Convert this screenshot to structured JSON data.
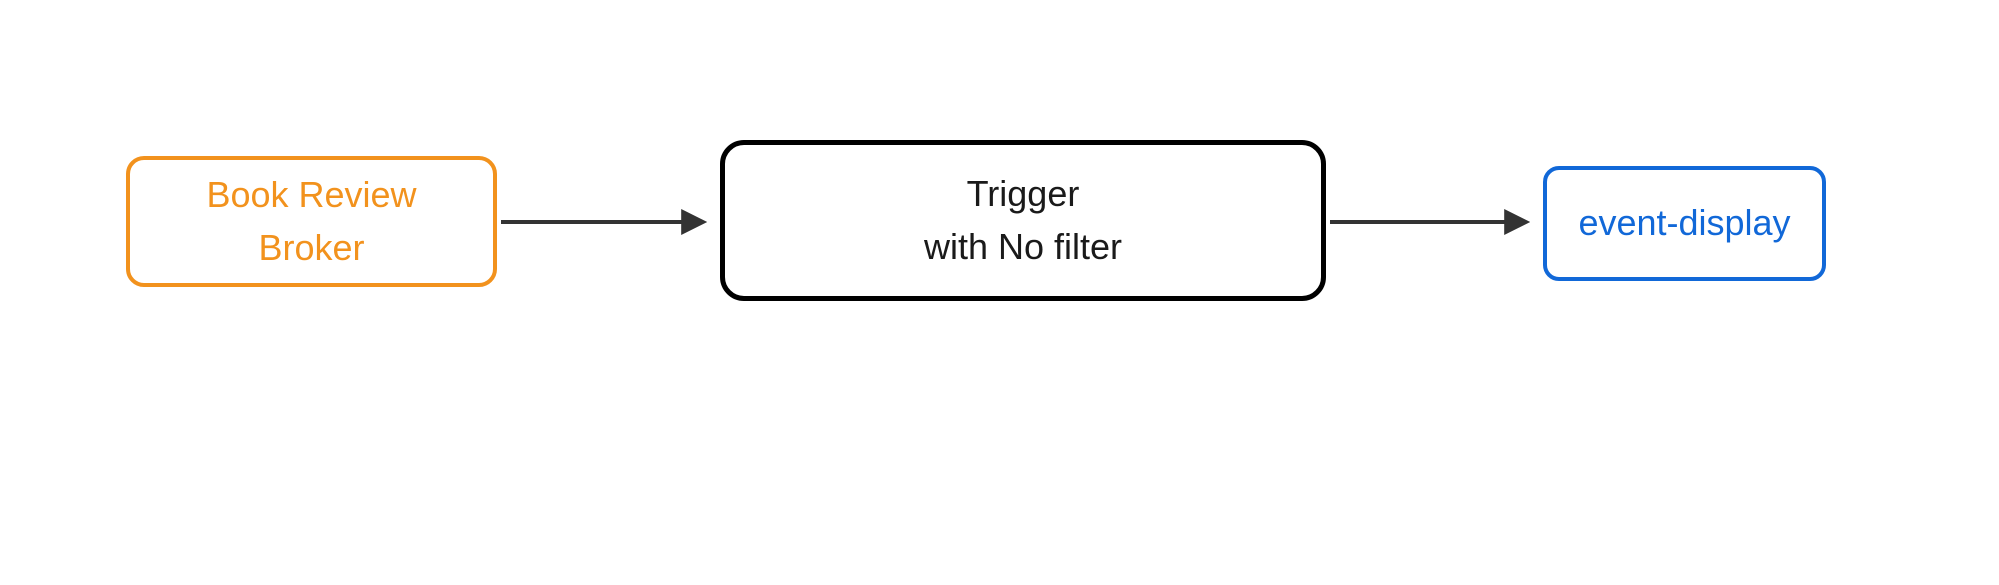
{
  "diagram": {
    "background_color": "#ffffff",
    "arrow_color": "#333333",
    "nodes": [
      {
        "id": "book-review-broker",
        "lines": [
          "Book Review",
          "Broker"
        ],
        "border_color": "#F2921D",
        "text_color": "#F2921D",
        "shape": "rounded-rectangle"
      },
      {
        "id": "trigger",
        "lines": [
          "Trigger",
          "with No filter"
        ],
        "border_color": "#000000",
        "text_color": "#1a1a1a",
        "shape": "rounded-rectangle"
      },
      {
        "id": "event-display",
        "lines": [
          "event-display"
        ],
        "border_color": "#1168D8",
        "text_color": "#1168D8",
        "shape": "rounded-rectangle"
      }
    ],
    "edges": [
      {
        "from": "book-review-broker",
        "to": "trigger"
      },
      {
        "from": "trigger",
        "to": "event-display"
      }
    ]
  }
}
